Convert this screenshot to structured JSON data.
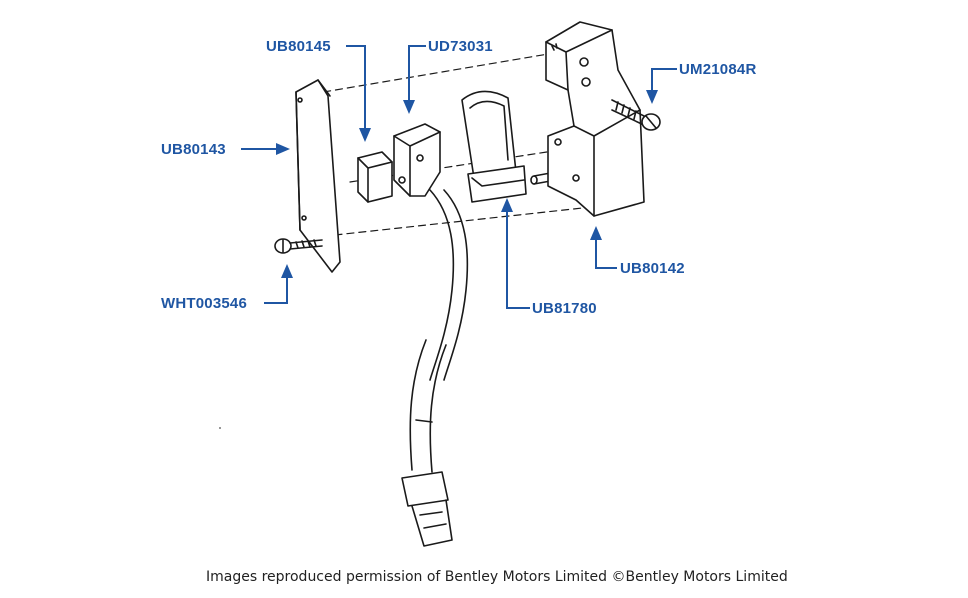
{
  "labels": {
    "UB80145": "UB80145",
    "UD73031": "UD73031",
    "UM21084R": "UM21084R",
    "UB80143": "UB80143",
    "UB80142": "UB80142",
    "WHT003546": "WHT003546",
    "UB81780": "UB81780"
  },
  "credit": "Images reproduced permission of Bentley Motors Limited ©Bentley Motors Limited",
  "colors": {
    "label": "#1f56a3",
    "line_art": "#1a1a1a",
    "background": "#ffffff"
  }
}
